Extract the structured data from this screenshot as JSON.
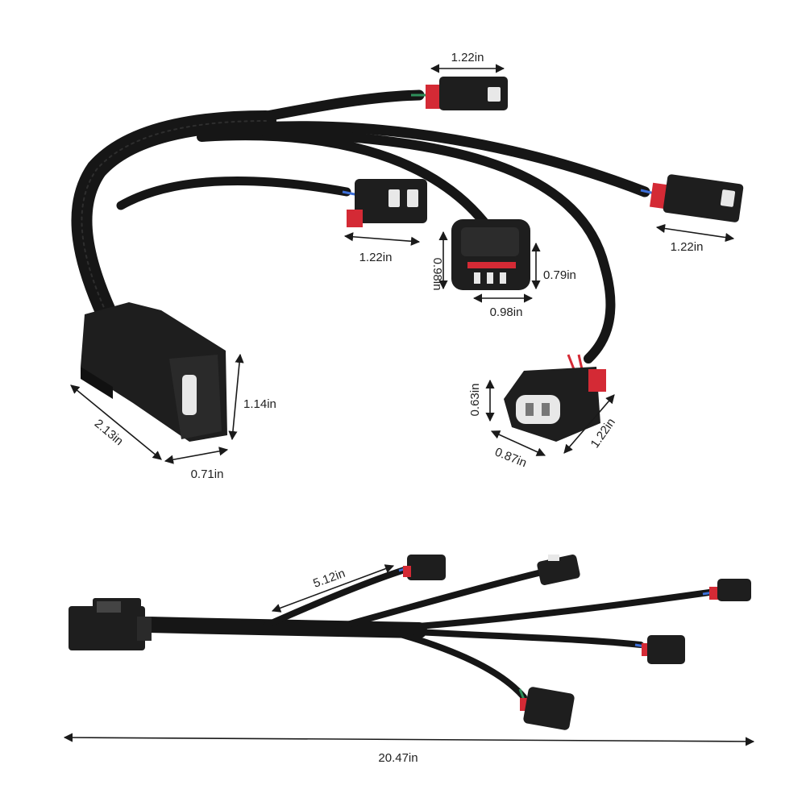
{
  "product": {
    "top_view": {
      "main_connector": {
        "length": "2.13in",
        "width": "0.71in",
        "height": "1.14in"
      },
      "connector_top": {
        "width": "1.22in"
      },
      "connector_right": {
        "width": "1.22in"
      },
      "connector_left": {
        "width": "1.22in"
      },
      "connector_center": {
        "height_left": "0.98in",
        "height_right": "0.79in",
        "width": "0.98in"
      },
      "connector_bottom": {
        "height": "0.63in",
        "width": "0.87in",
        "length": "1.22in"
      }
    },
    "bottom_view": {
      "branch_length": "5.12in",
      "total_length": "20.47in"
    }
  },
  "colors": {
    "cable": "#161616",
    "connector": "#1e1e1e",
    "latch_red": "#d42a35",
    "wire_blue": "#3d6fd8",
    "wire_green": "#2f8f5a",
    "pin_white": "#e8e8e8"
  }
}
